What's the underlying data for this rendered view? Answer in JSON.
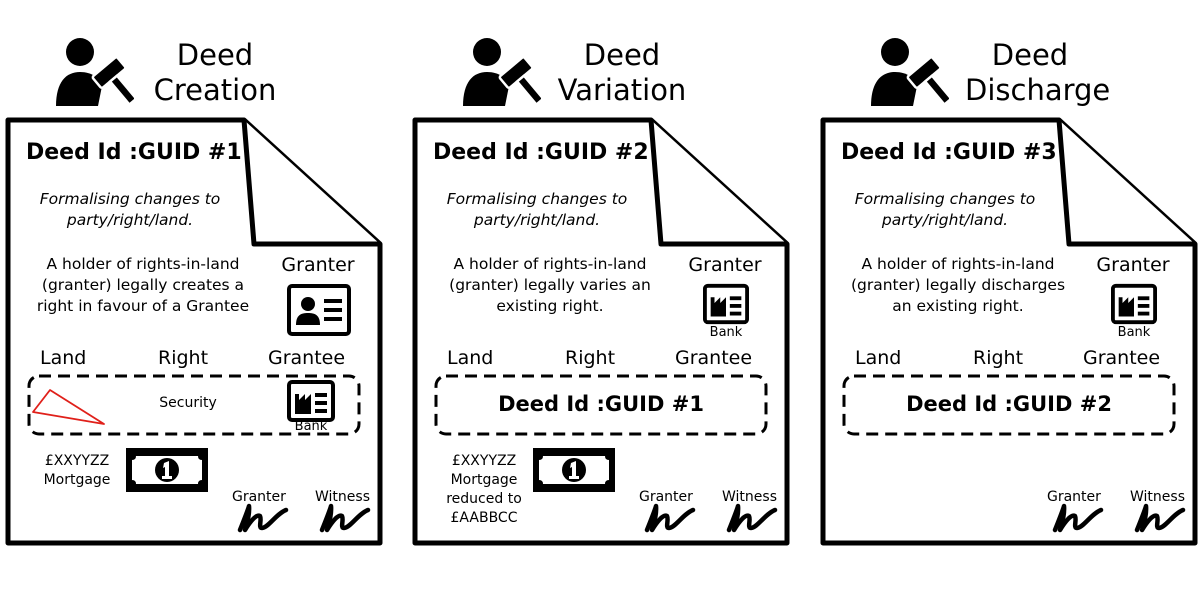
{
  "panels": [
    {
      "header": "Deed Creation",
      "deed_id": "Deed Id :GUID #1",
      "subtitle": "Formalising changes to party/right/land.",
      "description": "A holder of rights-in-land (granter) legally creates a right in favour of a Grantee",
      "granter_label": "Granter",
      "granter_icon": "id-card-icon",
      "land_label": "Land",
      "right_label": "Right",
      "grantee_label": "Grantee",
      "right_value": "Security",
      "grantee_icon": "bank-icon",
      "grantee_icon_label": "Bank",
      "land_shape_color": "#e0201a",
      "amount_text": "£XXYYZZ Mortgage",
      "signature_labels": [
        "Granter",
        "Witness"
      ]
    },
    {
      "header": "Deed Variation",
      "deed_id": "Deed Id :GUID #2",
      "subtitle": "Formalising changes to party/right/land.",
      "description": "A holder of rights-in-land (granter) legally varies an existing right.",
      "granter_label": "Granter",
      "granter_icon": "bank-icon",
      "granter_icon_label": "Bank",
      "land_label": "Land",
      "right_label": "Right",
      "grantee_label": "Grantee",
      "reference_id": "Deed Id :GUID #1",
      "amount_text": "£XXYYZZ Mortgage reduced to £AABBCC",
      "signature_labels": [
        "Granter",
        "Witness"
      ]
    },
    {
      "header": "Deed Discharge",
      "deed_id": "Deed Id :GUID #3",
      "subtitle": "Formalising changes to party/right/land.",
      "description": "A holder of rights-in-land (granter) legally discharges an existing right.",
      "granter_label": "Granter",
      "granter_icon": "bank-icon",
      "granter_icon_label": "Bank",
      "land_label": "Land",
      "right_label": "Right",
      "grantee_label": "Grantee",
      "reference_id": "Deed Id :GUID #2",
      "signature_labels": [
        "Granter",
        "Witness"
      ]
    }
  ]
}
